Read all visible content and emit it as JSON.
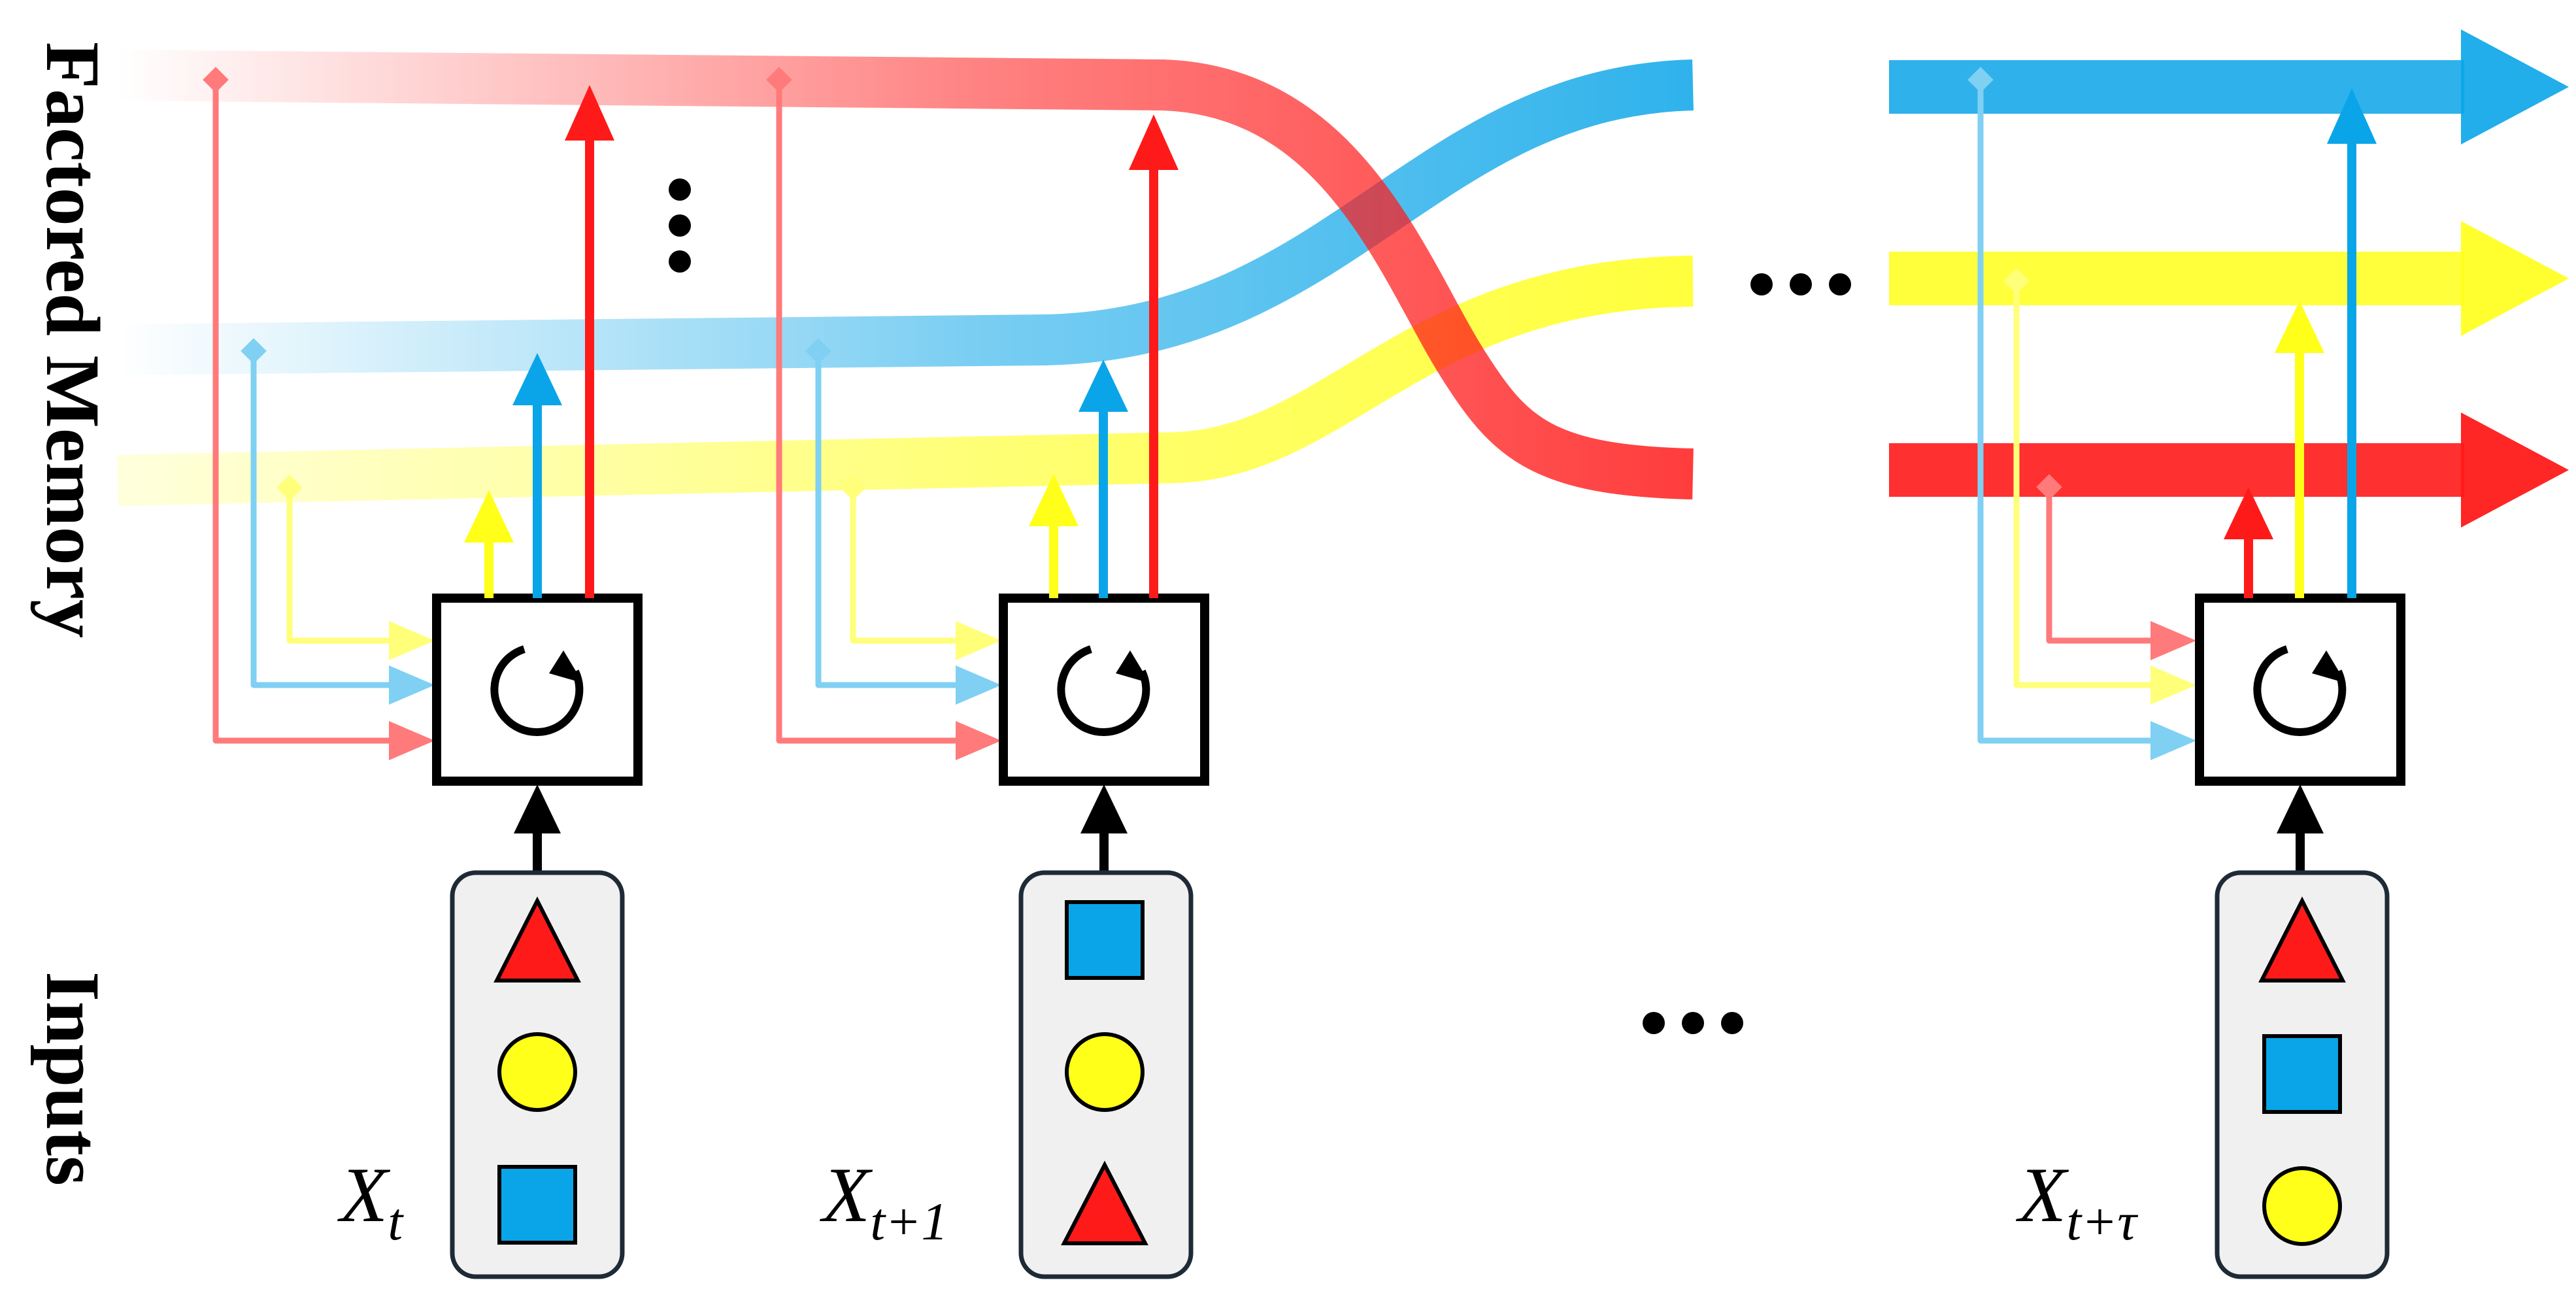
{
  "labels": {
    "memory_axis": "Factored Memory",
    "inputs_axis": "Inputs"
  },
  "colors": {
    "red": "#ff1a1a",
    "blue": "#0aa5e8",
    "yellow": "#ffff1a",
    "box_stroke": "#000000",
    "input_fill": "#f0f0f0",
    "input_stroke": "#1e2a35"
  },
  "steps": [
    {
      "label_base": "X",
      "label_sub": "t",
      "inputs": [
        "red-triangle",
        "yellow-circle",
        "blue-square"
      ],
      "outputs": [
        "yellow",
        "blue",
        "red"
      ]
    },
    {
      "label_base": "X",
      "label_sub": "t+1",
      "inputs": [
        "blue-square",
        "yellow-circle",
        "red-triangle"
      ],
      "outputs": [
        "yellow",
        "blue",
        "red"
      ]
    },
    {
      "label_base": "X",
      "label_sub": "t+τ",
      "inputs": [
        "red-triangle",
        "blue-square",
        "yellow-circle"
      ],
      "outputs": [
        "red",
        "yellow",
        "blue"
      ]
    }
  ],
  "icons": {
    "cell": "refresh-icon"
  }
}
